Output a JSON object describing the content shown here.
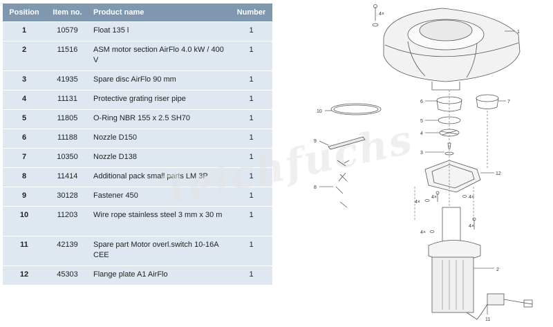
{
  "table": {
    "headers": {
      "position": "Position",
      "item_no": "Item no.",
      "product_name": "Product name",
      "number": "Number"
    },
    "rows": [
      {
        "position": "1",
        "item_no": "10579",
        "product_name": "Float 135 l",
        "number": "1"
      },
      {
        "position": "2",
        "item_no": "11516",
        "product_name": "ASM motor section AirFlo 4.0 kW / 400 V",
        "number": "1"
      },
      {
        "position": "3",
        "item_no": "41935",
        "product_name": "Spare disc AirFlo 90 mm",
        "number": "1"
      },
      {
        "position": "4",
        "item_no": "11131",
        "product_name": "Protective grating riser pipe",
        "number": "1"
      },
      {
        "position": "5",
        "item_no": "11805",
        "product_name": "O-Ring NBR 155 x 2.5 SH70",
        "number": "1"
      },
      {
        "position": "6",
        "item_no": "11188",
        "product_name": "Nozzle D150",
        "number": "1"
      },
      {
        "position": "7",
        "item_no": "10350",
        "product_name": "Nozzle D138",
        "number": "1"
      },
      {
        "position": "8",
        "item_no": "11414",
        "product_name": "Additional pack small parts LM 3P",
        "number": "1"
      },
      {
        "position": "9",
        "item_no": "30128",
        "product_name": "Fastener 450",
        "number": "1"
      },
      {
        "position": "10",
        "item_no": "11203",
        "product_name": "Wire rope stainless steel 3 mm x 30 m",
        "number": "1"
      },
      {
        "position": "11",
        "item_no": "42139",
        "product_name": "Spare part Motor overl.switch 10-16A CEE",
        "number": "1"
      },
      {
        "position": "12",
        "item_no": "45303",
        "product_name": "Flange plate A1 AirFlo",
        "number": "1"
      }
    ]
  },
  "watermark": "Teichfuchs",
  "diagram": {
    "callouts": {
      "c1": "1",
      "c2": "2",
      "c3": "3",
      "c4": "4",
      "c5": "5",
      "c6": "6",
      "c7": "7",
      "c8": "8",
      "c9": "9",
      "c10": "10",
      "c11": "11",
      "c12": "12",
      "qty4a": "4×",
      "qty4b": "4×",
      "qty4c": "4×",
      "qty4d": "4×",
      "qty4e": "4×",
      "qty4f": "4×"
    }
  }
}
